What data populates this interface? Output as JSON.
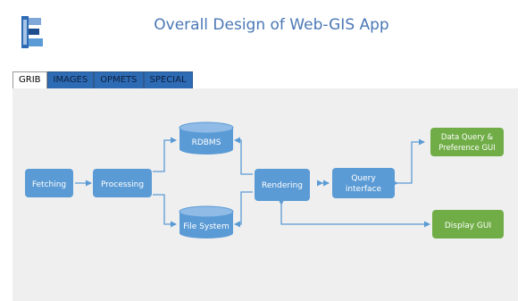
{
  "header": {
    "title": "Overall Design of Web-GIS App"
  },
  "tabs": [
    {
      "label": "GRIB",
      "active": true
    },
    {
      "label": "IMAGES",
      "active": false
    },
    {
      "label": "OPMETS",
      "active": false
    },
    {
      "label": "SPECIAL",
      "active": false
    }
  ],
  "diagram": {
    "fetching": "Fetching",
    "processing": "Processing",
    "rdbms": "RDBMS",
    "file_system": "File System",
    "rendering": "Rendering",
    "query_interface": [
      "Query",
      "interface"
    ],
    "data_query_gui": [
      "Data Query &",
      "Preference GUI"
    ],
    "display_gui": "Display GUI"
  },
  "colors": {
    "box_blue": "#5b9bd5",
    "box_green": "#70ad47",
    "arrow": "#5b9bd5",
    "tab_blue": "#2e6bb5",
    "title": "#4a78b5"
  }
}
